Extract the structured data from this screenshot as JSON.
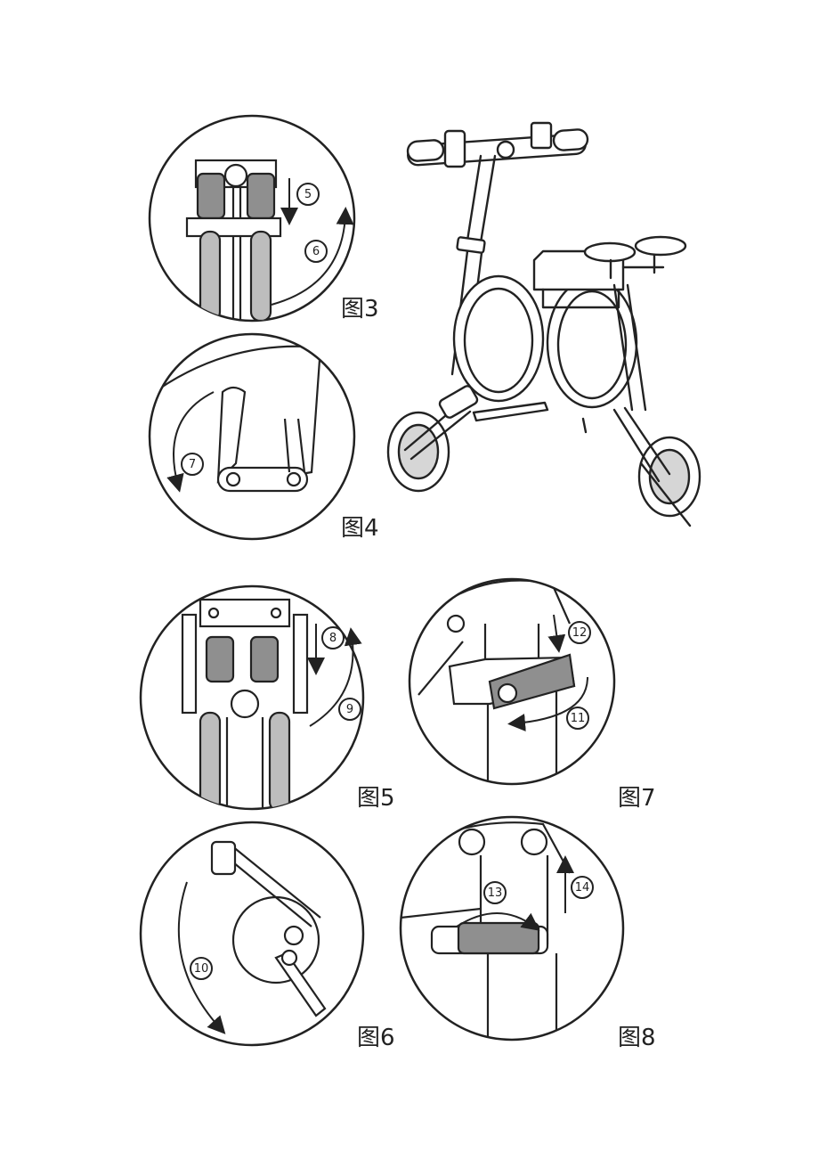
{
  "figures": {
    "fig3": {
      "label": "图3",
      "steps": [
        "5",
        "6"
      ]
    },
    "fig4": {
      "label": "图4",
      "steps": [
        "7"
      ]
    },
    "fig5": {
      "label": "图5",
      "steps": [
        "8",
        "9"
      ]
    },
    "fig6": {
      "label": "图6",
      "steps": [
        "10"
      ]
    },
    "fig7": {
      "label": "图7",
      "steps": [
        "12",
        "11"
      ]
    },
    "fig8": {
      "label": "图8",
      "steps": [
        "13",
        "14"
      ]
    }
  },
  "colors": {
    "line": "#222222",
    "shade": "#9a9a9a",
    "light": "#d6d6d6"
  }
}
